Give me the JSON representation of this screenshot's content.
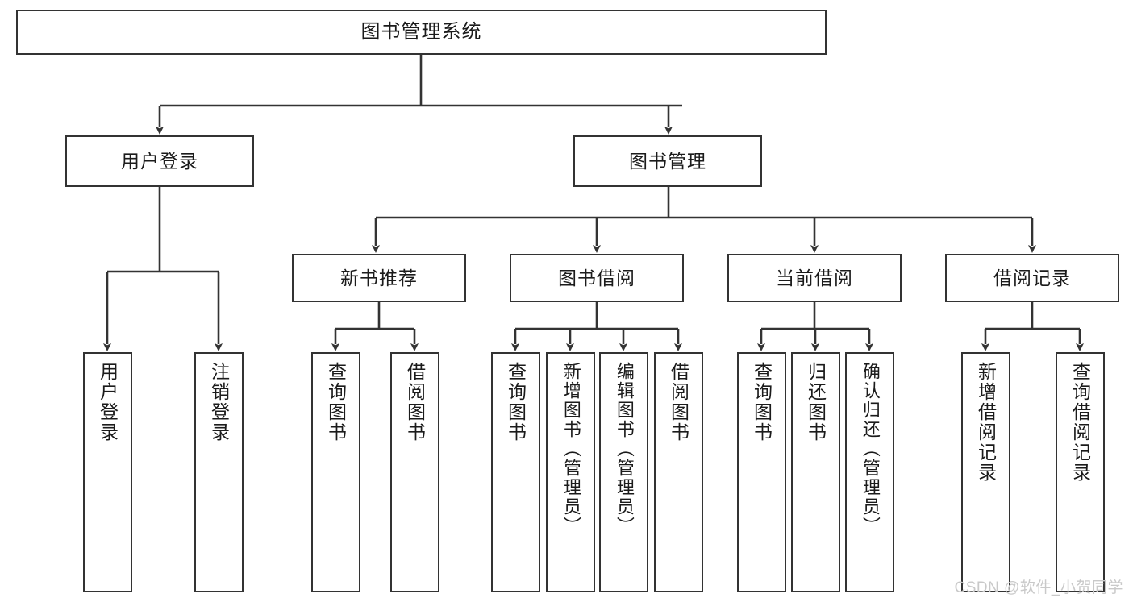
{
  "diagram": {
    "type": "tree-hierarchy",
    "title": "图书管理系统",
    "watermark": "CSDN @软件_小贺同学",
    "colors": {
      "box_border": "#333333",
      "box_fill": "#ffffff",
      "connector": "#333333",
      "text": "#1b1b1b",
      "watermark": "#c9c9c9",
      "background": "#ffffff"
    },
    "root": {
      "label": "图书管理系统"
    },
    "level1": [
      {
        "label": "用户登录"
      },
      {
        "label": "图书管理"
      }
    ],
    "level2": [
      {
        "label": "新书推荐"
      },
      {
        "label": "图书借阅"
      },
      {
        "label": "当前借阅"
      },
      {
        "label": "借阅记录"
      }
    ],
    "leaves": {
      "user_login": [
        {
          "label": "用户登录"
        },
        {
          "label": "注销登录"
        }
      ],
      "new_book_recommend": [
        {
          "label": "查询图书"
        },
        {
          "label": "借阅图书"
        }
      ],
      "book_borrow": [
        {
          "label": "查询图书"
        },
        {
          "label": "新增图书（管理员）"
        },
        {
          "label": "编辑图书（管理员）"
        },
        {
          "label": "借阅图书"
        }
      ],
      "current_borrow": [
        {
          "label": "查询图书"
        },
        {
          "label": "归还图书"
        },
        {
          "label": "确认归还（管理员）"
        }
      ],
      "borrow_record": [
        {
          "label": "新增借阅记录"
        },
        {
          "label": "查询借阅记录"
        }
      ]
    }
  }
}
